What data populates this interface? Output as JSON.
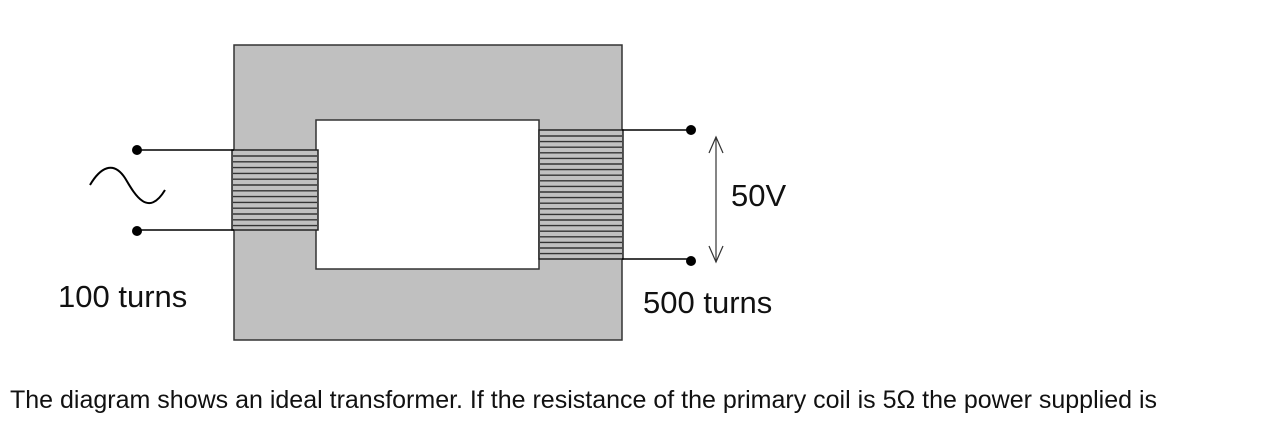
{
  "diagram": {
    "primary_label": "100 turns",
    "secondary_label": "500 turns",
    "voltage_label": "50V",
    "source_icon": "ac-source-icon"
  },
  "question": {
    "text": "The diagram shows an ideal transformer. If the resistance of the primary coil is 5Ω the power supplied is"
  },
  "colors": {
    "core": "#c0c0c0",
    "line": "#000000"
  }
}
